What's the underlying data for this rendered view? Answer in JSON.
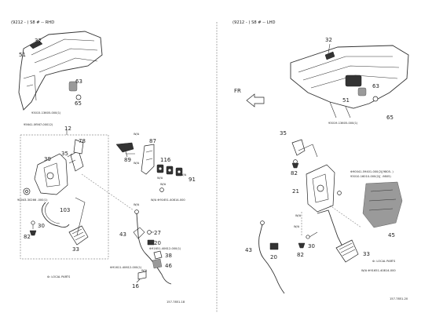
{
  "left": {
    "header": "(9212 -       ) S8 # -- RHD",
    "callouts": {
      "p51": "51",
      "p32": "32",
      "p63": "63",
      "p65": "65",
      "p12": "12",
      "p78": "78",
      "p35": "35",
      "p39": "39",
      "p103": "103",
      "p30": "30",
      "p82": "82",
      "p33": "33",
      "p87": "87",
      "p89": "89",
      "p116": "116",
      "p91": "91",
      "p43": "43",
      "p27": "27",
      "p20": "20",
      "p38": "38",
      "p46": "46",
      "p16": "16"
    },
    "refs": {
      "r_93015": "93015-13605-000(1)",
      "r_95641": "95641-0f567-00012)",
      "r_90043": "90043-30266\n-000(1)",
      "r_wa_top": "W/A",
      "r_wa_89": "W/A",
      "r_wa_91": "W/A",
      "r_wa_116": "W/A",
      "r_wa_s": "W/A",
      "r_91651": "W/A ⊕91651-40814-000",
      "r_91651b": "⊕91651-40612-000(1)",
      "r_91611": "⊕91611-40612-000(1)",
      "r_wa_27": "W/A",
      "r_wa_43": "W/A"
    },
    "legend": "⊚: LOCAL PARTS",
    "footer": "157-7851-18"
  },
  "right": {
    "header": "(9212 -       ) S8 # -- LHD",
    "direction": "FR",
    "callouts": {
      "p32": "32",
      "p51": "51",
      "p63": "63",
      "p65": "65",
      "p35": "35",
      "p82": "82",
      "p21": "21",
      "p45": "45",
      "p43": "43",
      "p20": "20",
      "p30": "30",
      "p82b": "82",
      "p33": "33"
    },
    "refs": {
      "r_93019": "93019-13605-000(1)",
      "r_90041": "⊕90041-59401-000(2)[9805-       )",
      "r_93010": "93010-16010-000(2)[       -9805)",
      "r_wa1": "W/A",
      "r_wa2": "W/A",
      "r_91651": "W/A ⊕91651-40814-000"
    },
    "legend": "⊚: LOCAL PARTS",
    "footer": "157-7851-20"
  }
}
